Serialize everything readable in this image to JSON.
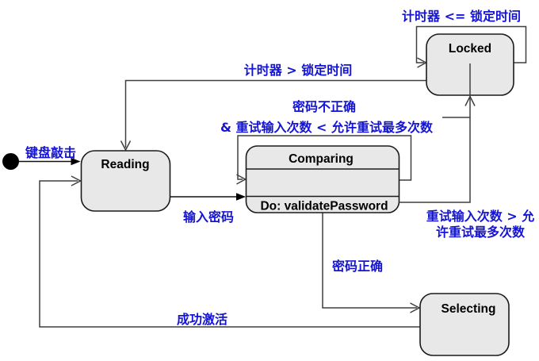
{
  "diagram": {
    "type": "uml-state-diagram",
    "background": "#ffffff"
  },
  "colors": {
    "state_fill": "#e8e8e8",
    "state_border": "#1a1a1a",
    "transition_line": "#3f3f3f",
    "label_blue": "#1414d2",
    "initial_dot": "#000000"
  },
  "states": {
    "reading": {
      "name": "Reading"
    },
    "comparing": {
      "name": "Comparing",
      "activity": "Do: validatePassword"
    },
    "locked": {
      "name": "Locked"
    },
    "selecting": {
      "name": "Selecting"
    }
  },
  "transitions": {
    "initial_to_reading": {
      "label": "键盘敲击"
    },
    "reading_to_comparing": {
      "label": "输入密码"
    },
    "comparing_self_loop": {
      "label_line1": "密码不正确",
      "label_line2": "& 重试输入次数 < 允许重试最多次数"
    },
    "comparing_to_locked": {
      "label_line1": "重试输入次数 > 允",
      "label_line2": "许重试最多次数"
    },
    "comparing_to_selecting": {
      "label": "密码正确"
    },
    "locked_self_loop": {
      "label": "计时器 <= 锁定时间"
    },
    "locked_to_reading": {
      "label": "计时器 > 锁定时间"
    },
    "selecting_to_reading": {
      "label": "成功激活"
    }
  }
}
